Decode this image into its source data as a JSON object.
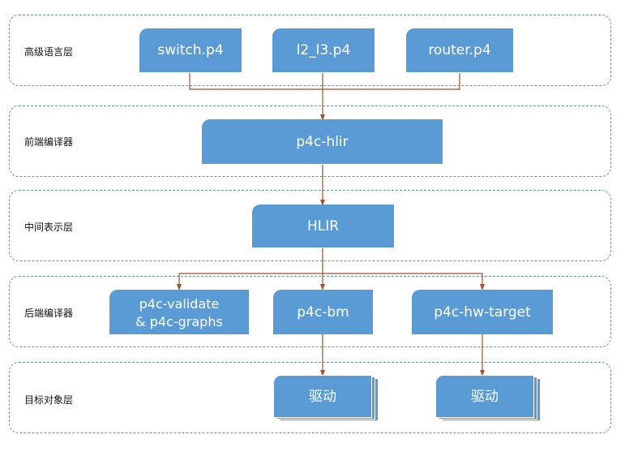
{
  "layers": {
    "high_level_language": "高级语言层",
    "front_end_compiler": "前端编译器",
    "intermediate_representation": "中间表示层",
    "back_end_compiler": "后端编译器",
    "target_object": "目标对象层"
  },
  "nodes": {
    "switch_p4": "switch.p4",
    "l2_l3_p4": "l2_l3.p4",
    "router_p4": "router.p4",
    "p4c_hlir": "p4c-hlir",
    "hlir": "HLIR",
    "p4c_validate_line1": "p4c-validate",
    "p4c_validate_line2": "& p4c-graphs",
    "p4c_bm": "p4c-bm",
    "p4c_hw_target": "p4c-hw-target",
    "driver_1": "驱动",
    "driver_2": "驱动"
  },
  "colors": {
    "node_fill": "#5b9bd5",
    "arrow": "#a0522d",
    "layer_border": "#6a8fb8"
  }
}
